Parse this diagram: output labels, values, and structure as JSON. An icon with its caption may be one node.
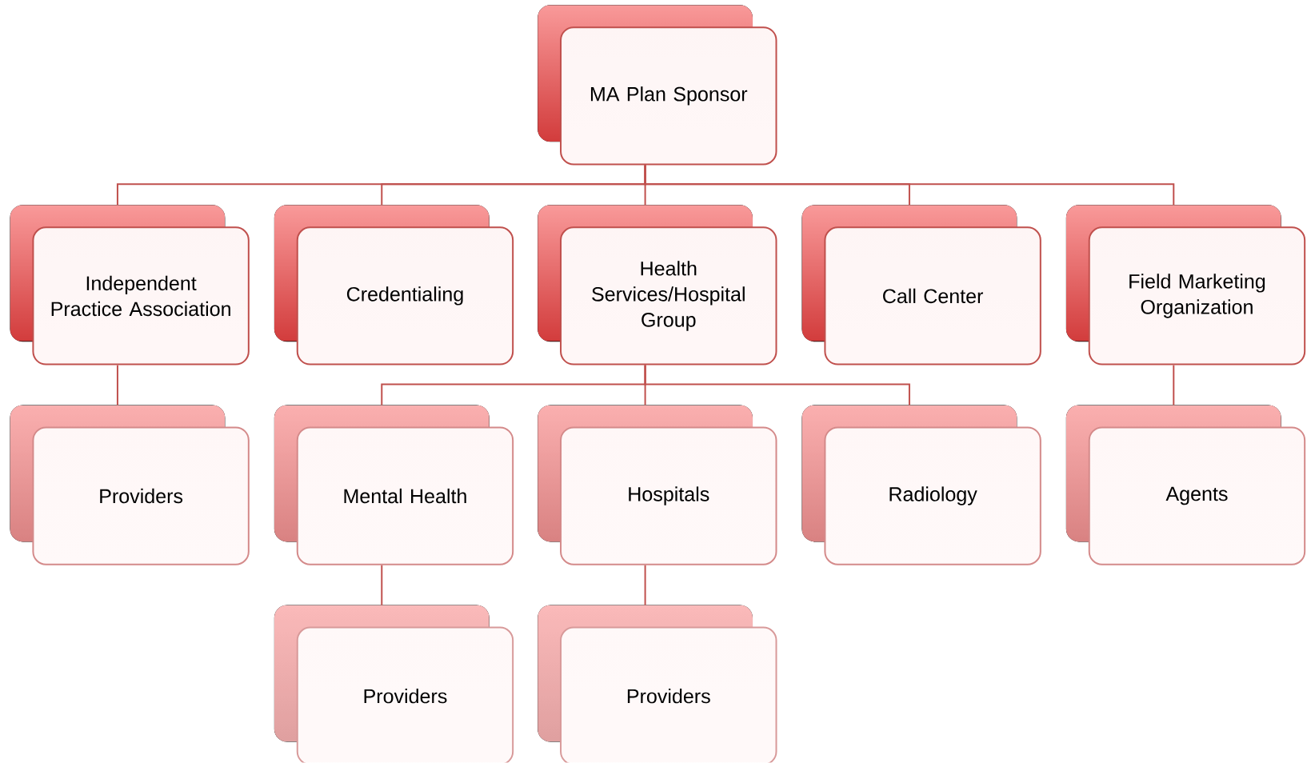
{
  "diagram": {
    "nodes": [
      {
        "text": [
          "MA Plan Sponsor"
        ]
      },
      {
        "text": [
          "Independent Practice Association"
        ]
      },
      {
        "text": [
          "Credentialing"
        ]
      },
      {
        "text": [
          "Health Services/Hospital Group"
        ]
      },
      {
        "text": [
          "Call Center"
        ]
      },
      {
        "text": [
          "Field Marketing Organization"
        ]
      },
      {
        "text": [
          "Providers"
        ]
      },
      {
        "text": [
          "Mental Health"
        ]
      },
      {
        "text": [
          "Hospitals"
        ]
      },
      {
        "text": [
          "Radiology"
        ]
      },
      {
        "text": [
          "Agents"
        ]
      },
      {
        "text": [
          "Providers"
        ]
      },
      {
        "text": [
          "Providers"
        ]
      }
    ],
    "edges": [
      {
        "from": 0,
        "to": 1,
        "arrow": "none"
      },
      {
        "from": 0,
        "to": 2,
        "arrow": "none"
      },
      {
        "from": 0,
        "to": 3,
        "arrow": "none"
      },
      {
        "from": 0,
        "to": 4,
        "arrow": "none"
      },
      {
        "from": 0,
        "to": 5,
        "arrow": "none"
      },
      {
        "from": 1,
        "to": 6,
        "arrow": "none"
      },
      {
        "from": 3,
        "to": 7,
        "arrow": "none"
      },
      {
        "from": 3,
        "to": 8,
        "arrow": "none"
      },
      {
        "from": 3,
        "to": 9,
        "arrow": "none"
      },
      {
        "from": 5,
        "to": 10,
        "arrow": "none"
      },
      {
        "from": 7,
        "to": 11,
        "arrow": "none"
      },
      {
        "from": 8,
        "to": 12,
        "arrow": "none"
      }
    ]
  }
}
